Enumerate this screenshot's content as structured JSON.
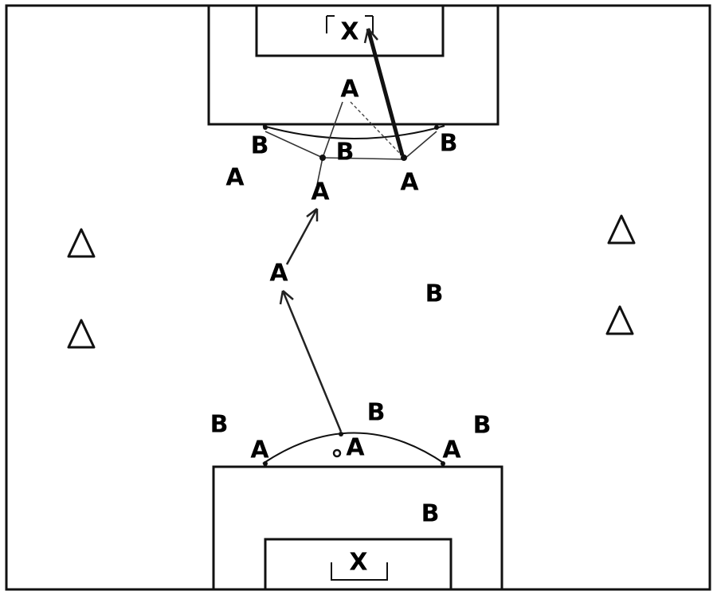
{
  "players": [
    {
      "team": "A"
    },
    {
      "team": "A"
    },
    {
      "team": "A"
    },
    {
      "team": "A"
    },
    {
      "team": "A"
    },
    {
      "team": "A"
    },
    {
      "team": "A"
    },
    {
      "team": "A"
    },
    {
      "team": "B"
    },
    {
      "team": "B"
    },
    {
      "team": "B"
    },
    {
      "team": "B"
    },
    {
      "team": "B"
    },
    {
      "team": "B"
    },
    {
      "team": "B"
    },
    {
      "team": "B"
    }
  ],
  "goals": [
    "X",
    "X"
  ],
  "cones": 4,
  "colors": {
    "line": "#111111",
    "background": "#ffffff"
  }
}
